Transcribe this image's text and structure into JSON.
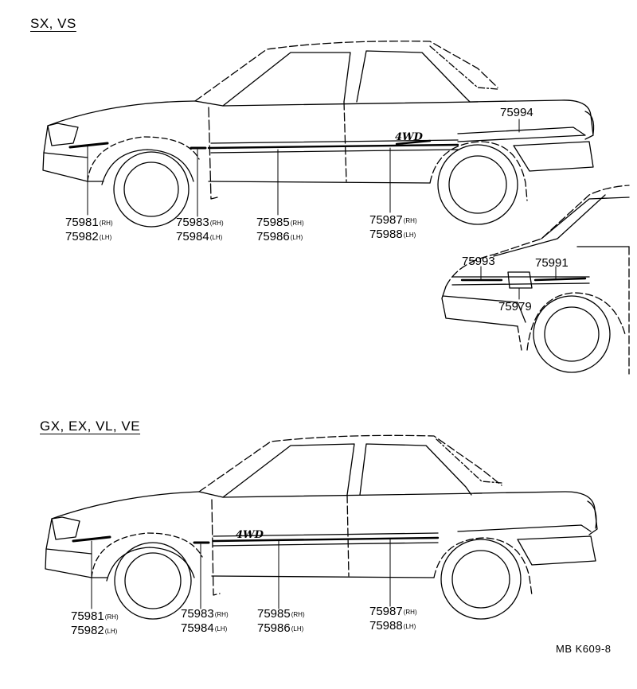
{
  "sections": [
    {
      "heading": "SX, VS",
      "badge": "4WD",
      "parts": [
        {
          "num": "75981",
          "side": "(RH)",
          "num2": "75982",
          "side2": "(LH)"
        },
        {
          "num": "75983",
          "side": "(RH)",
          "num2": "75984",
          "side2": "(LH)"
        },
        {
          "num": "75985",
          "side": "(RH)",
          "num2": "75986",
          "side2": "(LH)"
        },
        {
          "num": "75987",
          "side": "(RH)",
          "num2": "75988",
          "side2": "(LH)"
        }
      ],
      "rear_parts": {
        "trunk": "75994",
        "left": "75993",
        "right": "75991",
        "center": "75979"
      }
    },
    {
      "heading": "GX, EX, VL, VE",
      "badge": "4WD",
      "parts": [
        {
          "num": "75981",
          "side": "(RH)",
          "num2": "75982",
          "side2": "(LH)"
        },
        {
          "num": "75983",
          "side": "(RH)",
          "num2": "75984",
          "side2": "(LH)"
        },
        {
          "num": "75985",
          "side": "(RH)",
          "num2": "75986",
          "side2": "(LH)"
        },
        {
          "num": "75987",
          "side": "(RH)",
          "num2": "75988",
          "side2": "(LH)"
        }
      ]
    }
  ],
  "figure_ref": "MB K609-8"
}
